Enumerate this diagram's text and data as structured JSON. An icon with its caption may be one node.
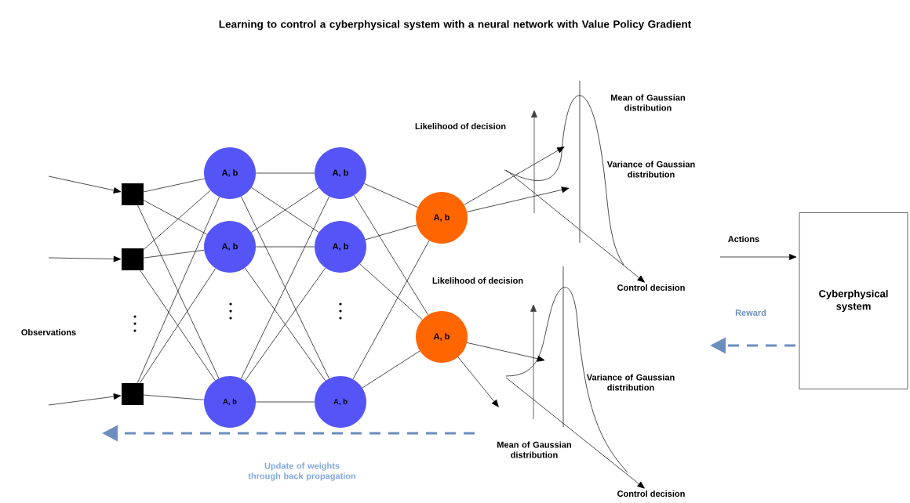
{
  "diagram": {
    "title": "Learning to control a cyberphysical system with a neural network with Value Policy Gradient",
    "nodes": [
      {
        "text": [],
        "shape": "box"
      },
      {
        "text": [],
        "shape": "box"
      },
      {
        "text": [],
        "shape": "box"
      },
      {
        "text": [
          "A, b"
        ]
      },
      {
        "text": [
          "A, b"
        ]
      },
      {
        "text": [
          "A, b"
        ]
      },
      {
        "text": [
          "A, b"
        ]
      },
      {
        "text": [
          "A, b"
        ]
      },
      {
        "text": [
          "A, b"
        ]
      },
      {
        "text": [
          "A, b"
        ]
      },
      {
        "text": [
          "A, b"
        ]
      },
      {
        "text": [
          "Cyberphysical system"
        ]
      },
      {
        "text": [
          "Control decision"
        ]
      },
      {
        "text": [
          "Control decision"
        ]
      },
      {
        "text": [],
        "shape": "curve"
      },
      {
        "text": [],
        "shape": "curve"
      }
    ],
    "edges": [
      {
        "from": null,
        "to": 0,
        "arrow": "to"
      },
      {
        "from": null,
        "to": 1,
        "arrow": "to"
      },
      {
        "from": null,
        "to": 2,
        "arrow": "to"
      },
      {
        "from": 0,
        "to": 3,
        "arrow": "none"
      },
      {
        "from": 0,
        "to": 4,
        "arrow": "none"
      },
      {
        "from": 0,
        "to": 5,
        "arrow": "none"
      },
      {
        "from": 1,
        "to": 3,
        "arrow": "none"
      },
      {
        "from": 1,
        "to": 4,
        "arrow": "none"
      },
      {
        "from": 1,
        "to": 5,
        "arrow": "none"
      },
      {
        "from": 2,
        "to": 3,
        "arrow": "none"
      },
      {
        "from": 2,
        "to": 4,
        "arrow": "none"
      },
      {
        "from": 2,
        "to": 5,
        "arrow": "none"
      },
      {
        "from": 3,
        "to": 6,
        "arrow": "none"
      },
      {
        "from": 3,
        "to": 7,
        "arrow": "none"
      },
      {
        "from": 3,
        "to": 8,
        "arrow": "none"
      },
      {
        "from": 4,
        "to": 6,
        "arrow": "none"
      },
      {
        "from": 4,
        "to": 7,
        "arrow": "none"
      },
      {
        "from": 4,
        "to": 8,
        "arrow": "none"
      },
      {
        "from": 5,
        "to": 6,
        "arrow": "none"
      },
      {
        "from": 5,
        "to": 7,
        "arrow": "none"
      },
      {
        "from": 5,
        "to": 8,
        "arrow": "none"
      },
      {
        "from": 6,
        "to": 9,
        "arrow": "none"
      },
      {
        "from": 6,
        "to": 10,
        "arrow": "none"
      },
      {
        "from": 7,
        "to": 9,
        "arrow": "none"
      },
      {
        "from": 7,
        "to": 10,
        "arrow": "none"
      },
      {
        "from": 8,
        "to": 9,
        "arrow": "none"
      },
      {
        "from": 8,
        "to": 10,
        "arrow": "none"
      },
      {
        "from": 9,
        "to": 14,
        "arrow": "to"
      },
      {
        "from": 9,
        "to": 14,
        "arrow": "to"
      },
      {
        "from": 14,
        "to": 12,
        "arrow": "to"
      },
      {
        "from": 10,
        "to": 15,
        "arrow": "to"
      },
      {
        "from": 10,
        "to": 15,
        "arrow": "to"
      },
      {
        "from": 15,
        "to": 13,
        "arrow": "to"
      },
      {
        "from": null,
        "to": 11,
        "arrow": "to",
        "label": "Actions"
      },
      {
        "from": 11,
        "to": null,
        "arrow": "to",
        "label": "Reward",
        "style": "dashed",
        "color": "#6c8ebf"
      }
    ],
    "labels": [
      "Mean of Gaussian distribution",
      "Likelihood of decision",
      "Variance of Gaussian distribution",
      "Likelihood of decision",
      "Observations",
      "Variance of Gaussian distribution",
      "Mean of Gaussian distribution",
      "Update of weights through back propagation"
    ]
  }
}
